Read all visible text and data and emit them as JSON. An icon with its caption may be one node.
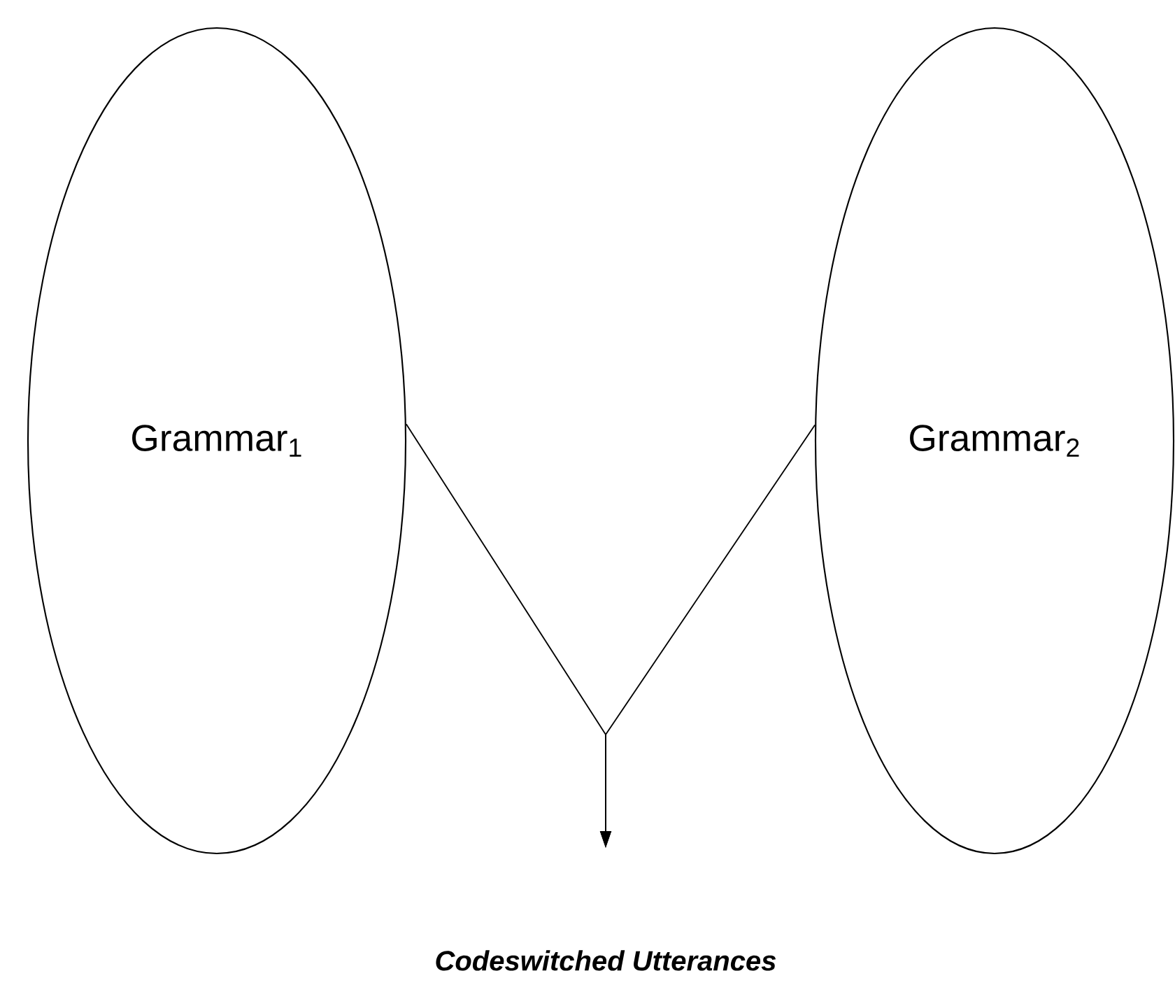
{
  "diagram": {
    "nodes": [
      {
        "text": [
          "Grammar$_{1}$"
        ]
      },
      {
        "text": [
          "Grammar$_{2}$"
        ]
      },
      {
        "text": [
          "Codeswitched Utterances"
        ]
      }
    ],
    "edges": [
      {
        "from": 0,
        "to": 2,
        "arrow": "to"
      },
      {
        "from": 1,
        "to": 2,
        "arrow": "to"
      }
    ]
  }
}
